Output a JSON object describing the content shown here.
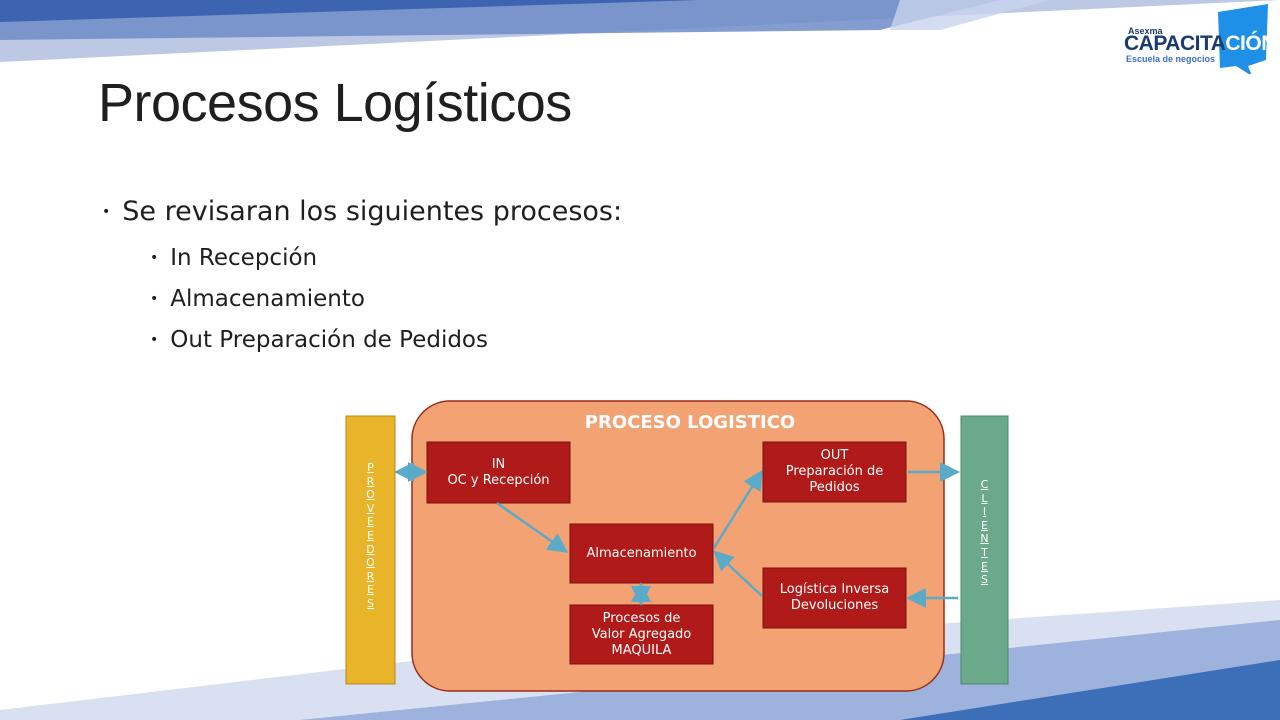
{
  "slide": {
    "title": "Procesos Logísticos",
    "bullet_main": "Se revisaran los siguientes procesos:",
    "sub_bullets": [
      "In Recepción",
      "Almacenamiento",
      "Out Preparación de Pedidos"
    ]
  },
  "logo": {
    "small": "Asexma",
    "main_dark": "CAPACITA",
    "main_light": "CIÓN",
    "sub": "Escuela de negocios"
  },
  "diagram": {
    "title": "PROCESO LOGISTICO",
    "left_bar": [
      "P",
      "R",
      "O",
      "V",
      "E",
      "E",
      "D",
      "O",
      "R",
      "E",
      "S"
    ],
    "right_bar": [
      "C",
      "L",
      "I",
      "E",
      "N",
      "T",
      "E",
      "S"
    ],
    "box_in": [
      "IN",
      "OC y Recepción"
    ],
    "box_almacen": [
      "Almacenamiento"
    ],
    "box_out": [
      "OUT",
      "Preparación de",
      "Pedidos"
    ],
    "box_inversa": [
      "Logística Inversa",
      "Devoluciones"
    ],
    "box_valor": [
      "Procesos de",
      "Valor Agregado",
      "MAQUILA"
    ]
  },
  "colors": {
    "accent_blue": "#2f6fb5",
    "process_bg": "#f2a273",
    "box_red": "#b01a18",
    "left_bar": "#e8b42a",
    "right_bar": "#6aaa8a",
    "arrow": "#5aaac8"
  }
}
